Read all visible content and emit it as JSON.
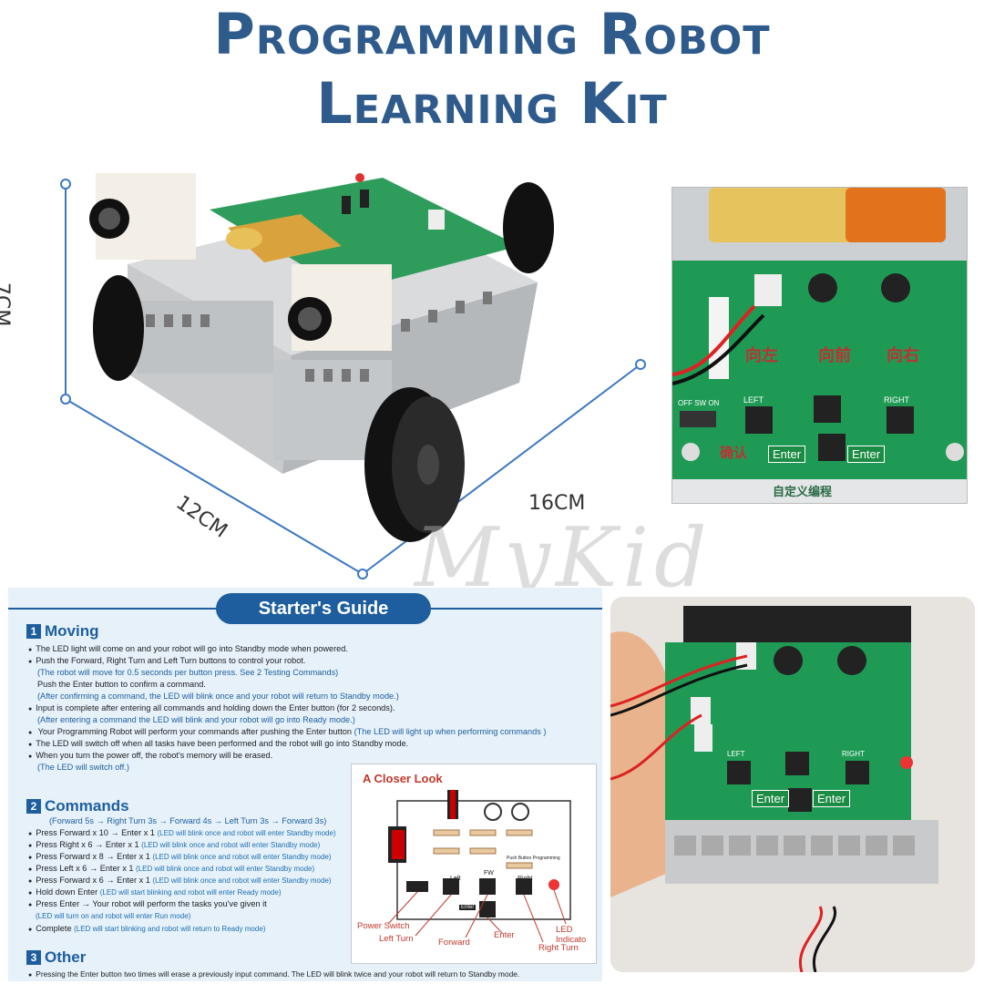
{
  "title": {
    "line1": "Programming Robot",
    "line2": "Learning Kit"
  },
  "dimensions": {
    "height": "7CM",
    "width": "12CM",
    "length": "16CM"
  },
  "board_top": {
    "labels_cn": [
      "向左",
      "向前",
      "向右",
      "确认",
      "自定义编程"
    ],
    "enter": "Enter",
    "left": "LEFT",
    "right": "RIGHT",
    "switch": "OFF SW ON"
  },
  "board_bottom": {
    "enter": "Enter",
    "left": "LEFT",
    "right": "RIGHT"
  },
  "watermark": "MyKid",
  "guide": {
    "heading": "Starter's Guide",
    "sections": [
      {
        "num": "1",
        "title": "Moving"
      },
      {
        "num": "2",
        "title": "Commands"
      },
      {
        "num": "3",
        "title": "Other"
      }
    ],
    "moving_lines": [
      "The LED light will come on and your robot will go into Standby mode when powered.",
      "Push the Forward, Right Turn and Left Turn buttons to control your robot.",
      "(The robot will move for 0.5 seconds per button press. See 2 Testing Commands)",
      "Push the Enter button to confirm a command.",
      "(After confirming a command, the LED will blink once and your robot will return to Standby mode.)",
      "Input is complete after entering all commands and holding down the Enter button (for 2 seconds).",
      "(After entering a command the LED will blink and your robot will go into Ready mode.)",
      "Your Programming Robot will perform your commands after pushing the Enter button",
      "(The LED will light up when performing commands )",
      "The LED will switch off when all tasks have been performed and the robot will go into Standby mode.",
      "When you turn the power off, the robot's memory will be erased.",
      "(The LED will switch off.)"
    ],
    "commands_intro": "(Forward 5s → Right Turn 3s → Forward 4s → Left Turn 3s → Forward 3s)",
    "commands": [
      {
        "cmd": "Press Forward x 10 → Enter x 1",
        "note": "(LED will blink once and robot will enter Standby mode)"
      },
      {
        "cmd": "Press Right x 6 → Enter x 1",
        "note": "(LED will blink once and robot will enter Standby mode)"
      },
      {
        "cmd": "Press Forward x 8 → Enter x 1",
        "note": "(LED will blink once and robot will enter Standby mode)"
      },
      {
        "cmd": "Press Left x 6 → Enter x 1",
        "note": "(LED will blink once and robot will enter Standby mode)"
      },
      {
        "cmd": "Press Forward x 6 → Enter x 1",
        "note": "(LED will blink once and robot will enter Standby mode)"
      },
      {
        "cmd": "Hold down Enter",
        "note": "(LED will start blinking and robot will enter Ready mode)"
      },
      {
        "cmd": "Press Enter → Your robot will perform the tasks you've given it",
        "note": ""
      },
      {
        "cmd": "",
        "note": "(LED will turn on and robot will enter Run mode)"
      },
      {
        "cmd": "Complete",
        "note": "(LED will start blinking and robot will return to Ready mode)"
      }
    ],
    "other_line": "Pressing the Enter button two times will erase a previously input command. The LED will blink twice and your robot will return to Standby mode.",
    "closer": {
      "heading": "A Closer Look",
      "callouts": [
        "Power Switch",
        "Left Turn",
        "Forward",
        "Enter",
        "LED Indicato",
        "Right Turn"
      ],
      "board_labels": [
        "Left",
        "FW",
        "Right",
        "Enter",
        "Push Button Programming"
      ]
    }
  }
}
